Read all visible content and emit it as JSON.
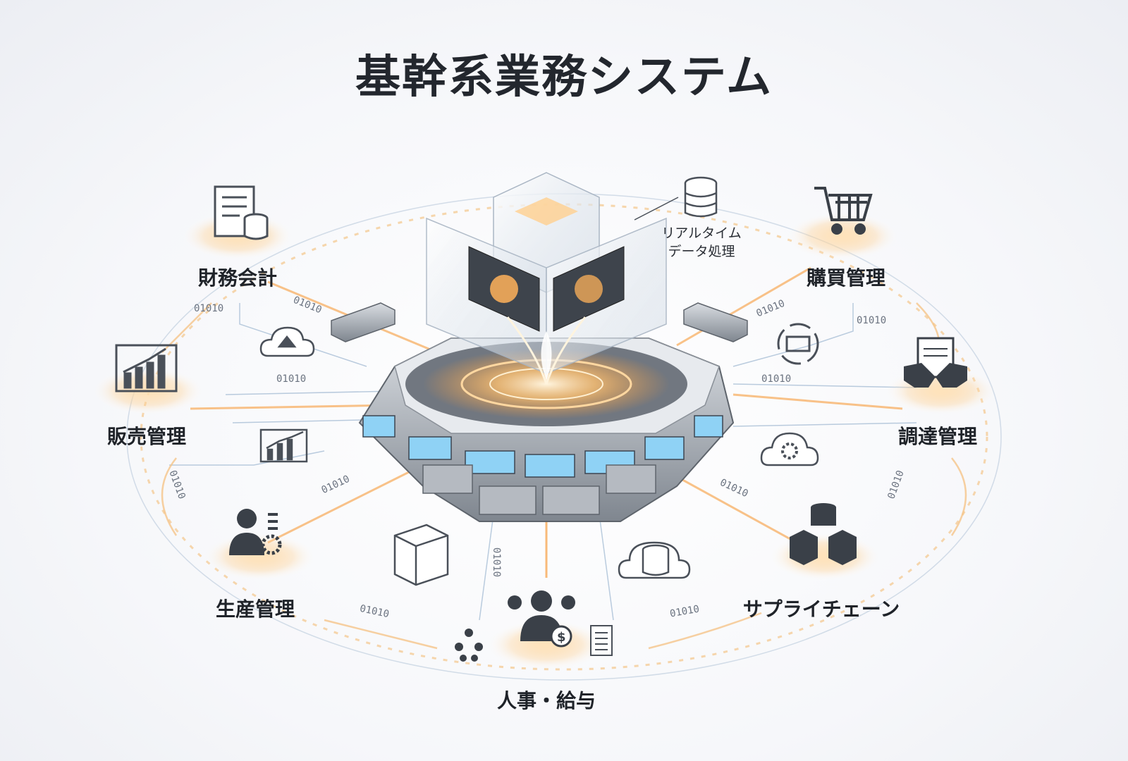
{
  "title": "基幹系業務システム",
  "hub": {
    "center_label_line1": "リアルタイム",
    "center_label_line2": "データ処理"
  },
  "modules": [
    {
      "id": "finance",
      "label": "財務会計",
      "icon": "document-database-icon"
    },
    {
      "id": "sales",
      "label": "販売管理",
      "icon": "bar-chart-icon"
    },
    {
      "id": "production",
      "label": "生産管理",
      "icon": "engineer-gear-icon"
    },
    {
      "id": "hr",
      "label": "人事・給与",
      "icon": "people-money-icon"
    },
    {
      "id": "supply",
      "label": "サプライチェーン",
      "icon": "boxes-database-icon"
    },
    {
      "id": "sourcing",
      "label": "調達管理",
      "icon": "handshake-icon"
    },
    {
      "id": "purchasing",
      "label": "購買管理",
      "icon": "cart-icon"
    }
  ],
  "binary_texts": [
    "01010",
    "01010",
    "01010",
    "01010",
    "01010",
    "01010",
    "01010",
    "01010",
    "01010",
    "01010",
    "01010",
    "01010",
    "01010"
  ],
  "colors": {
    "accent": "#f7a64a",
    "glow": "#ffd7a0",
    "line": "#a9bfd6",
    "metal": "#8e949c",
    "screen": "#8fd2f5",
    "text": "#1f2329"
  }
}
